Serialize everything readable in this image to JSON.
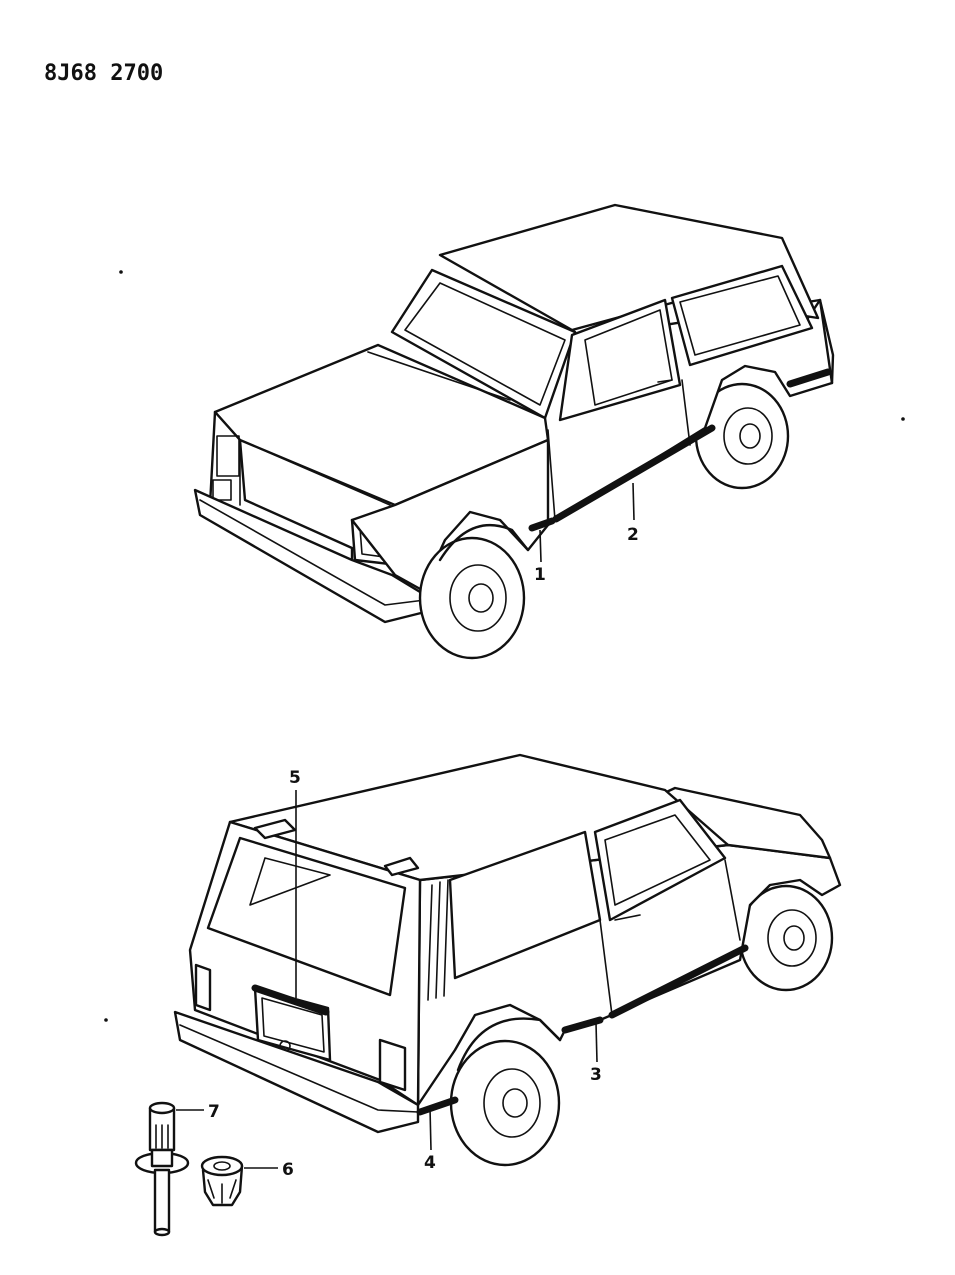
{
  "header": {
    "code": "8J68  2700"
  },
  "callouts": [
    {
      "id": "1",
      "label": "1"
    },
    {
      "id": "2",
      "label": "2"
    },
    {
      "id": "3",
      "label": "3"
    },
    {
      "id": "4",
      "label": "4"
    },
    {
      "id": "5",
      "label": "5"
    },
    {
      "id": "6",
      "label": "6"
    },
    {
      "id": "7",
      "label": "7"
    }
  ],
  "figures": {
    "top": "front-three-quarter-vehicle",
    "bottom": "rear-three-quarter-vehicle",
    "parts": [
      "push-pin-fastener",
      "clip-nut"
    ]
  }
}
